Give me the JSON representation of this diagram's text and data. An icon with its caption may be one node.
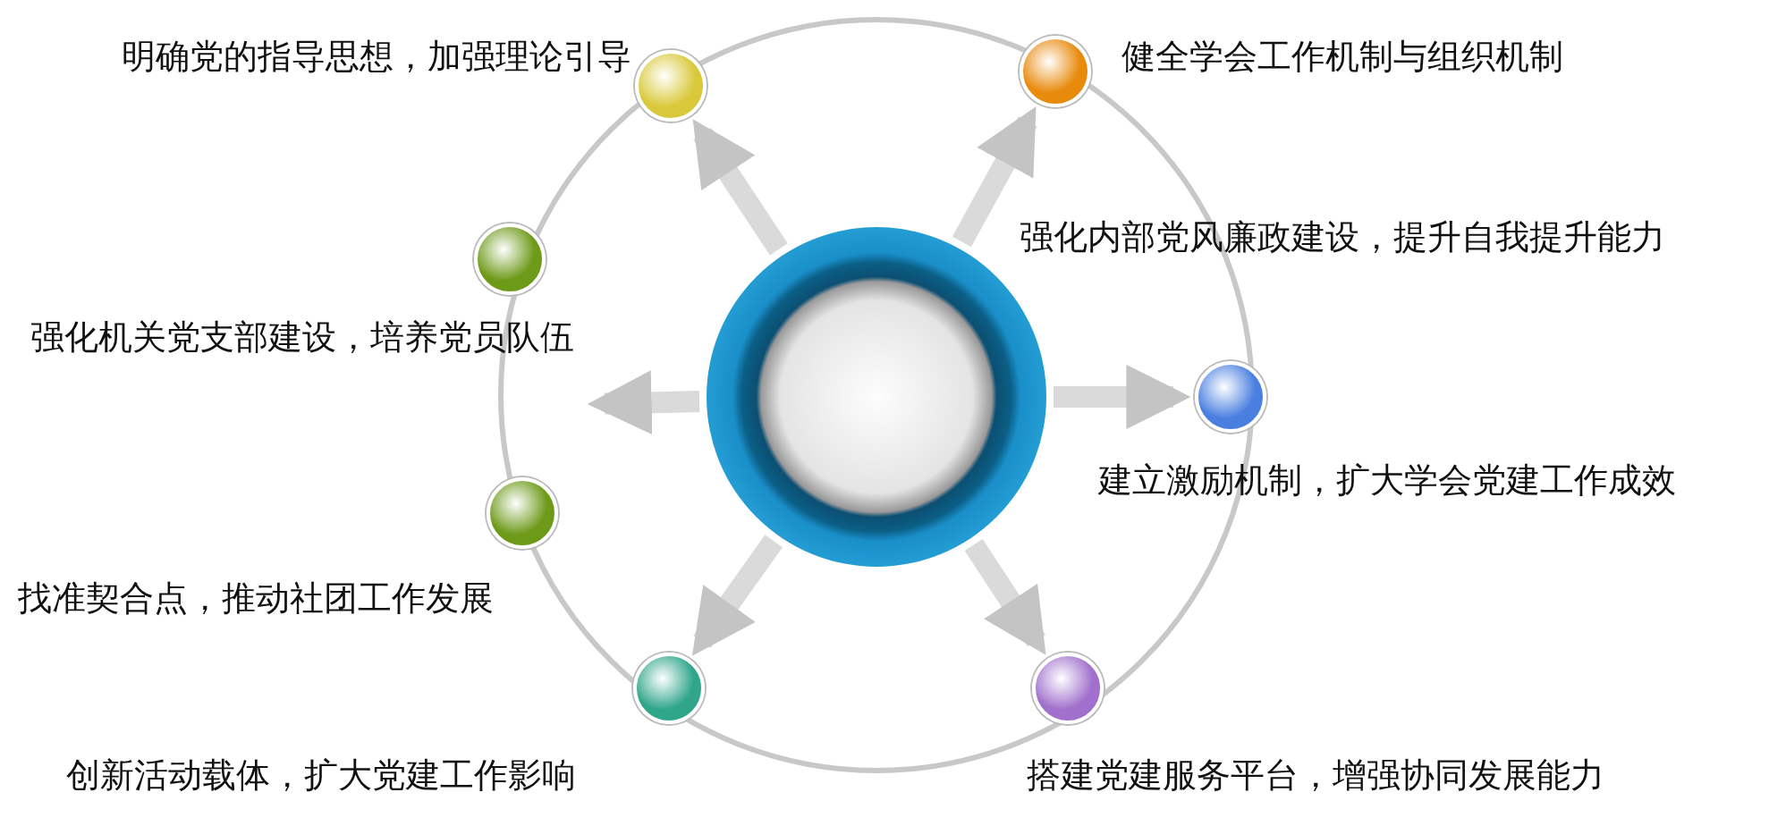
{
  "diagram": {
    "nodes": [
      {
        "text": [],
        "shape": "circle"
      },
      {
        "text": [],
        "shape": "circle",
        "beside": [
          "明确党的指导思想，加强理论引导"
        ]
      },
      {
        "text": [],
        "shape": "circle",
        "beside": [
          "健全学会工作机制与组织机制"
        ]
      },
      {
        "text": [],
        "shape": "circle",
        "beside": [
          "强化机关党支部建设，培养党员队伍"
        ]
      },
      {
        "text": [],
        "shape": "circle",
        "beside": [
          "建立激励机制，扩大学会党建工作成效"
        ]
      },
      {
        "text": [],
        "shape": "circle",
        "beside": [
          "找准契合点，推动社团工作发展"
        ]
      },
      {
        "text": [],
        "shape": "circle",
        "beside": [
          "创新活动载体，扩大党建工作影响"
        ]
      },
      {
        "text": [],
        "shape": "circle",
        "beside": [
          "搭建党建服务平台，增强协同发展能力"
        ]
      }
    ],
    "edges": [
      {
        "from": 0,
        "to": 1,
        "arrow": "to"
      },
      {
        "from": 0,
        "to": 2,
        "arrow": "to"
      },
      {
        "from": 0,
        "to": 3,
        "arrow": "to"
      },
      {
        "from": 0,
        "to": 4,
        "arrow": "to"
      },
      {
        "from": 0,
        "to": 7,
        "arrow": "to"
      },
      {
        "from": 0,
        "to": 6,
        "arrow": "to"
      }
    ],
    "labels": [
      "强化内部党风廉政建设，提升自我提升能力"
    ]
  }
}
